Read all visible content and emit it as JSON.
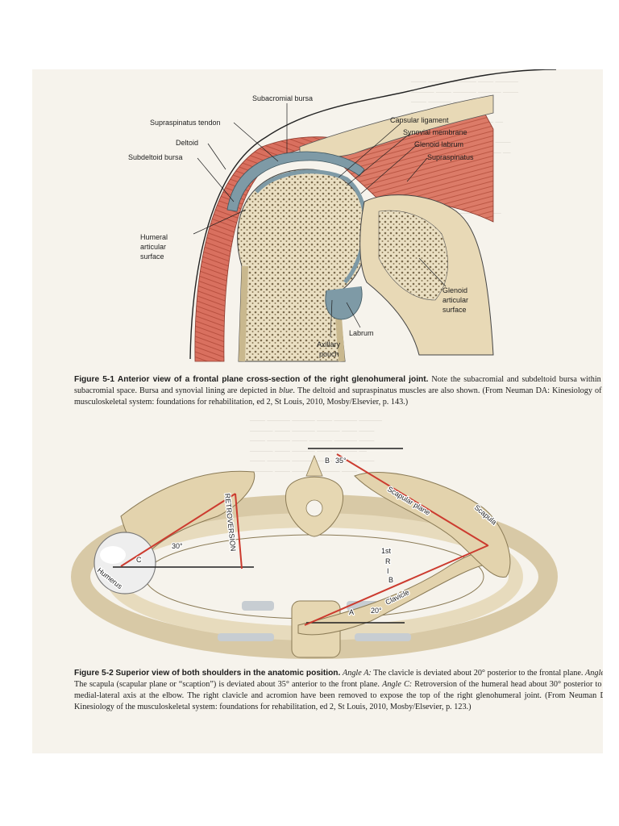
{
  "figure1": {
    "labels": {
      "subacromial_bursa": "Subacromial bursa",
      "supraspinatus_tendon": "Supraspinatus tendon",
      "deltoid": "Deltoid",
      "subdeltoid_bursa": "Subdeltoid bursa",
      "humeral_line1": "Humeral",
      "humeral_line2": "articular",
      "humeral_line3": "surface",
      "capsular_ligament": "Capsular ligament",
      "synovial_membrane": "Synovial membrane",
      "glenoid_labrum": "Glenoid labrum",
      "supraspinatus": "Supraspinatus",
      "glenoid_line1": "Glenoid",
      "glenoid_line2": "articular",
      "glenoid_line3": "surface",
      "labrum": "Labrum",
      "axillary_line1": "Axillary",
      "axillary_line2": "pouch"
    },
    "caption": {
      "number": "Figure 5-1",
      "title": "Anterior view of a frontal plane cross-section of the right glenohumeral joint.",
      "text_before_italic": "Note the subacromial and subdeltoid bursa within the subacromial space. Bursa and synovial lining are depicted in",
      "italic": "blue.",
      "text_after_italic": "The deltoid and supraspinatus muscles are also shown. (From Neuman DA: Kinesiology of the musculoskeletal system: foundations for rehabilitation, ed 2, St Louis, 2010, Mosby/Elsevier, p. 143.)"
    }
  },
  "figure2": {
    "labels": {
      "angle_b_letter": "B",
      "angle_b_value": "35°",
      "scapular_plane": "Scapular plane",
      "scapula": "Scapula",
      "retroversion": "RETROVERSION",
      "angle_30": "30°",
      "angle_c_letter": "C",
      "humerus": "Humerus",
      "first_rib": "1st",
      "rib_r": "R",
      "rib_i": "I",
      "rib_b": "B",
      "clavicle": "Clavicle",
      "angle_20": "20°",
      "angle_a_letter": "A"
    },
    "caption": {
      "number": "Figure 5-2",
      "title": "Superior view of both shoulders in the anatomic position.",
      "angle_a_label": "Angle A:",
      "angle_a_text": "The clavicle is deviated about 20° posterior to the frontal plane.",
      "angle_b_label": "Angle B:",
      "angle_b_text": "The scapula (scapular plane or “scaption”) is deviated about 35° anterior to the front plane.",
      "angle_c_label": "Angle C:",
      "angle_c_text": "Retroversion of the humeral head about 30° posterior to the medial-lateral axis at the elbow. The right clavicle and acromion have been removed to expose the top of the right glenohumeral joint. (From Neuman DA: Kinesiology of the musculoskeletal system: foundations for rehabilitation, ed 2, St Louis, 2010, Mosby/Elsevier, p. 123.)"
    }
  },
  "colors": {
    "muscle": "#d9705f",
    "bone": "#e9dcbd",
    "bursa": "#7e9aa6",
    "red_line": "#cc3b2f",
    "page": "#f6f3ec"
  }
}
